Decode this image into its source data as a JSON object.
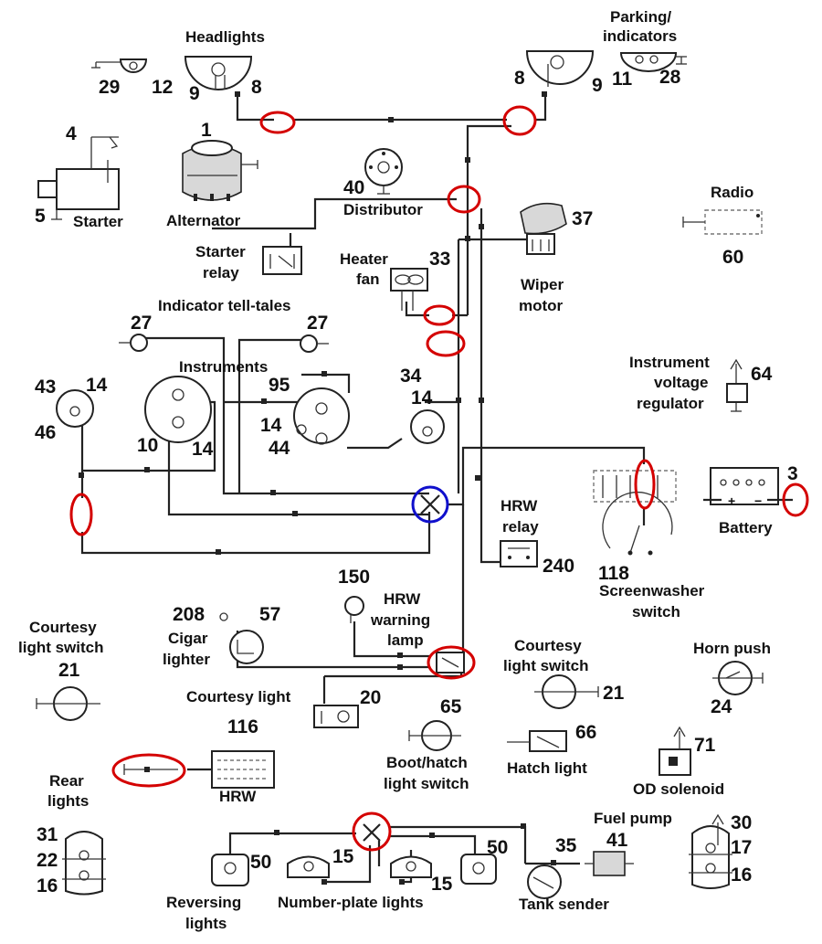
{
  "labels": {
    "headlights": "Headlights",
    "parking_indicators_1": "Parking/",
    "parking_indicators_2": "indicators",
    "starter": "Starter",
    "alternator": "Alternator",
    "distributor": "Distributor",
    "radio": "Radio",
    "starter_relay_1": "Starter",
    "starter_relay_2": "relay",
    "heater_fan_1": "Heater",
    "heater_fan_2": "fan",
    "wiper_motor_1": "Wiper",
    "wiper_motor_2": "motor",
    "indicator_telltales": "Indicator tell-tales",
    "instruments": "Instruments",
    "ivr_1": "Instrument",
    "ivr_2": "voltage",
    "ivr_3": "regulator",
    "battery": "Battery",
    "hrw_relay_1": "HRW",
    "hrw_relay_2": "relay",
    "screenwasher_1": "Screenwasher",
    "screenwasher_2": "switch",
    "courtesy_switch_left_1": "Courtesy",
    "courtesy_switch_left_2": "light switch",
    "cigar_1": "Cigar",
    "cigar_2": "lighter",
    "hrw_lamp_1": "HRW",
    "hrw_lamp_2": "warning",
    "hrw_lamp_3": "lamp",
    "courtesy_switch_right_1": "Courtesy",
    "courtesy_switch_right_2": "light switch",
    "horn_push": "Horn push",
    "courtesy_light": "Courtesy light",
    "boot_switch_1": "Boot/hatch",
    "boot_switch_2": "light switch",
    "hatch_light": "Hatch light",
    "od_solenoid": "OD solenoid",
    "hrw": "HRW",
    "rear_lights_1": "Rear",
    "rear_lights_2": "lights",
    "fuel_pump": "Fuel pump",
    "reversing_1": "Reversing",
    "reversing_2": "lights",
    "number_plate": "Number-plate lights",
    "tank_sender": "Tank sender"
  },
  "numbers": {
    "n29": "29",
    "n12": "12",
    "n9a": "9",
    "n8a": "8",
    "n8b": "8",
    "n9b": "9",
    "n11": "11",
    "n28": "28",
    "n4": "4",
    "n5": "5",
    "n1": "1",
    "n40": "40",
    "n37": "37",
    "n60": "60",
    "n33": "33",
    "n27a": "27",
    "n27b": "27",
    "n43": "43",
    "n14a": "14",
    "n46": "46",
    "n10": "10",
    "n14b": "14",
    "n95": "95",
    "n14c": "14",
    "n44": "44",
    "n34": "34",
    "n14d": "14",
    "n64": "64",
    "n3": "3",
    "n240": "240",
    "n118": "118",
    "n150": "150",
    "n208": "208",
    "n57": "57",
    "n21a": "21",
    "n21b": "21",
    "n24": "24",
    "n20": "20",
    "n65": "65",
    "n66": "66",
    "n71": "71",
    "n116": "116",
    "n31": "31",
    "n22": "22",
    "n16a": "16",
    "n30": "30",
    "n17": "17",
    "n16b": "16",
    "n41": "41",
    "n35": "35",
    "n50a": "50",
    "n50b": "50",
    "n15a": "15",
    "n15b": "15"
  },
  "colors": {
    "highlight_red": "#d40000",
    "highlight_blue": "#1010cc"
  }
}
